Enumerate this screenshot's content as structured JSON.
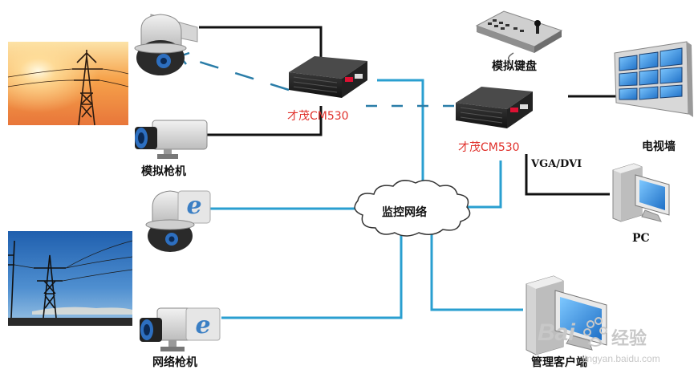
{
  "labels": {
    "keyboard": "模拟键盘",
    "analog_gun": "模拟枪机",
    "device_left": "才茂CM530",
    "device_right": "才茂CM530",
    "tv_wall": "电视墙",
    "vga": "VGA/DVI",
    "pc": "PC",
    "network": "监控网络",
    "net_gun": "网络枪机",
    "client": "管理客户端"
  },
  "watermark": {
    "brand": "Bai",
    "brand_tail": "经验",
    "url": "jingyan.baidu.com"
  },
  "colors": {
    "link_blue": "#2a9fd0",
    "link_black": "#111111",
    "brand_red": "#e0312b"
  }
}
